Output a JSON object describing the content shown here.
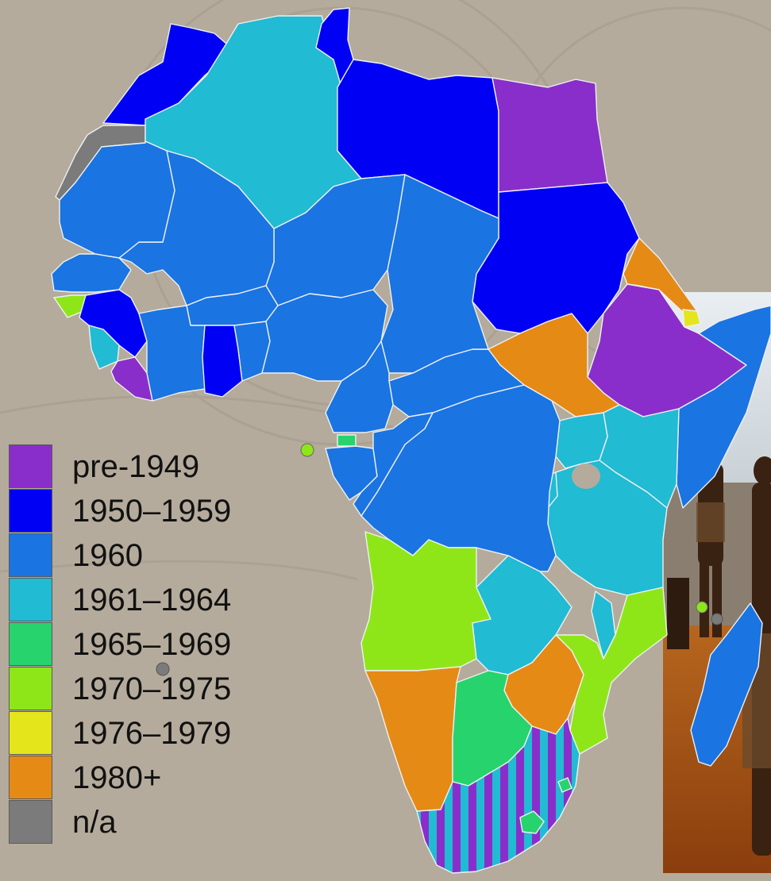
{
  "legend": {
    "items": [
      {
        "label": "pre-1949",
        "color": "#8a2ecb"
      },
      {
        "label": "1950–1959",
        "color": "#0000f5"
      },
      {
        "label": "1960",
        "color": "#1a74e2"
      },
      {
        "label": "1961–1964",
        "color": "#21bbd3"
      },
      {
        "label": "1965–1969",
        "color": "#27d36c"
      },
      {
        "label": "1970–1975",
        "color": "#8ee618"
      },
      {
        "label": "1976–1979",
        "color": "#e5e51c"
      },
      {
        "label": "1980+",
        "color": "#e58a15"
      },
      {
        "label": "n/a",
        "color": "#7b7b7b"
      }
    ]
  },
  "colors": {
    "background": "#b4ab9c",
    "pre_1949": "#8a2ecb",
    "c1950_1959": "#0000f5",
    "c1960": "#1a74e2",
    "c1961_1964": "#21bbd3",
    "c1965_1969": "#27d36c",
    "c1970_1975": "#8ee618",
    "c1976_1979": "#e5e51c",
    "c1980_plus": "#e58a15",
    "na": "#7b7b7b"
  }
}
